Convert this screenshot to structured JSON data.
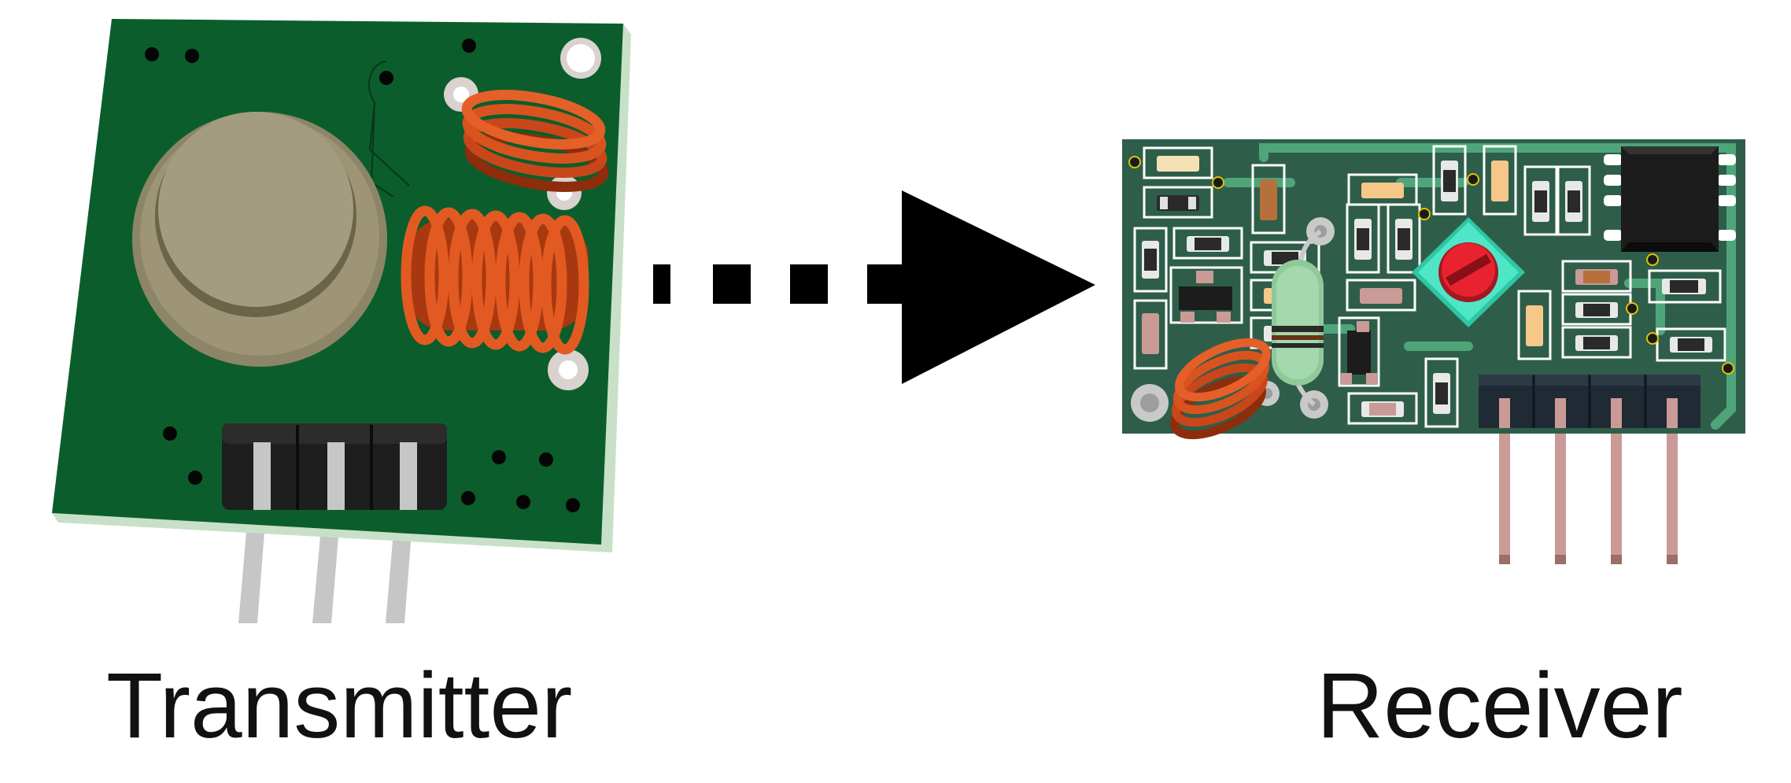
{
  "labels": {
    "transmitter": "Transmitter",
    "receiver": "Receiver"
  },
  "transmitter": {
    "pin_count": 3,
    "colors": {
      "board": "#0b5e2b",
      "board_edge": "#c8e0c8",
      "can": "#9d9576",
      "coil": "#c9461a",
      "pin": "#c6c6c6",
      "header": "#1e1e1e"
    }
  },
  "receiver": {
    "pin_count": 4,
    "colors": {
      "board": "#2e5e4a",
      "trace": "#4fa57a",
      "trim_pot": "#4fe6c8",
      "trim_pot_screw": "#e8232f",
      "chip": "#1c1c1c",
      "pin": "#c99a96",
      "header": "#1f2a35"
    }
  },
  "arrow": {
    "style": "dashed",
    "direction": "transmitter-to-receiver",
    "color": "#000000"
  }
}
